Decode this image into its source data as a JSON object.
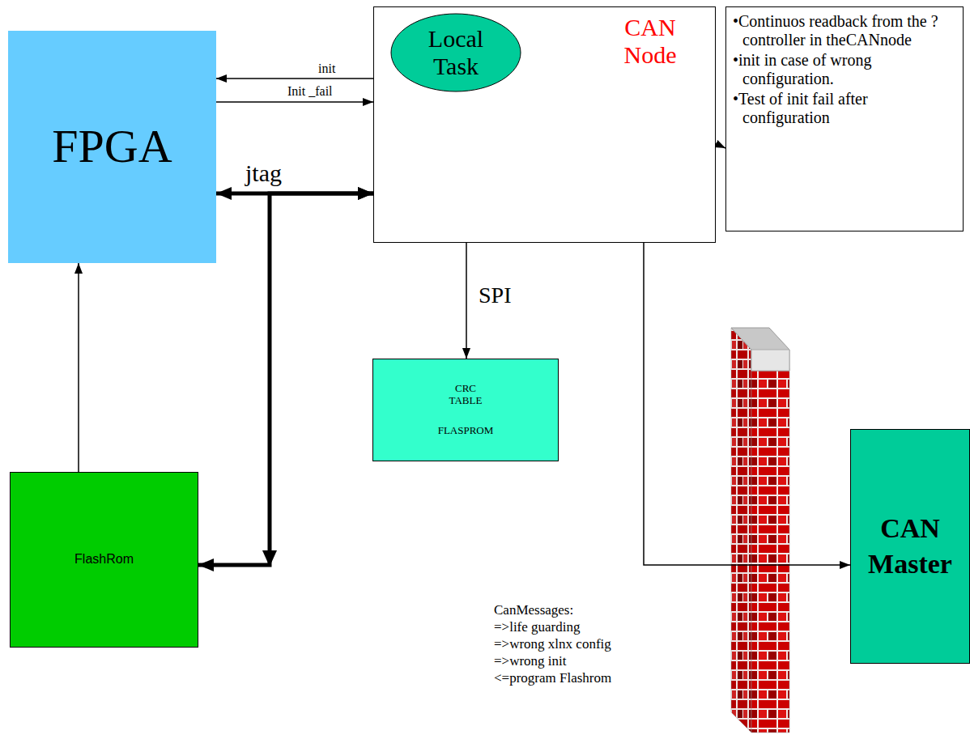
{
  "diagram": {
    "nodes": [
      {
        "text": [
          "FPGA"
        ]
      },
      {
        "text": [
          "CAN Node"
        ]
      },
      {
        "text": [
          "Local Task"
        ],
        "in": 1
      },
      {
        "text": [
          "•Continuos readback from the ? controller in theCANnode",
          "•init in case of wrong configuration.",
          "•Test of init fail after configuration"
        ]
      },
      {
        "text": [
          "CRC TABLE",
          "FLASPROM"
        ]
      },
      {
        "text": [
          "FlashRom"
        ]
      },
      {
        "text": [
          "CAN Master"
        ]
      }
    ],
    "edges": [
      {
        "from": 1,
        "to": 0,
        "label": "init",
        "arrow": "to"
      },
      {
        "from": 0,
        "to": 1,
        "label": "Init _fail",
        "arrow": "to"
      },
      {
        "from": 0,
        "to": 1,
        "label": "jtag",
        "arrow": "both"
      },
      {
        "from": 1,
        "to": 5,
        "arrow": "both"
      },
      {
        "from": 5,
        "to": 0,
        "arrow": "to"
      },
      {
        "from": 1,
        "to": 4,
        "label": "SPI",
        "arrow": "to"
      },
      {
        "from": 2,
        "to": 3,
        "arrow": "to"
      },
      {
        "from": 1,
        "to": 6,
        "arrow": "to"
      }
    ],
    "labels": [
      "CanMessages:",
      "=>life guarding",
      "=>wrong xlnx config",
      "=>wrong init",
      "<=program Flashrom"
    ]
  }
}
